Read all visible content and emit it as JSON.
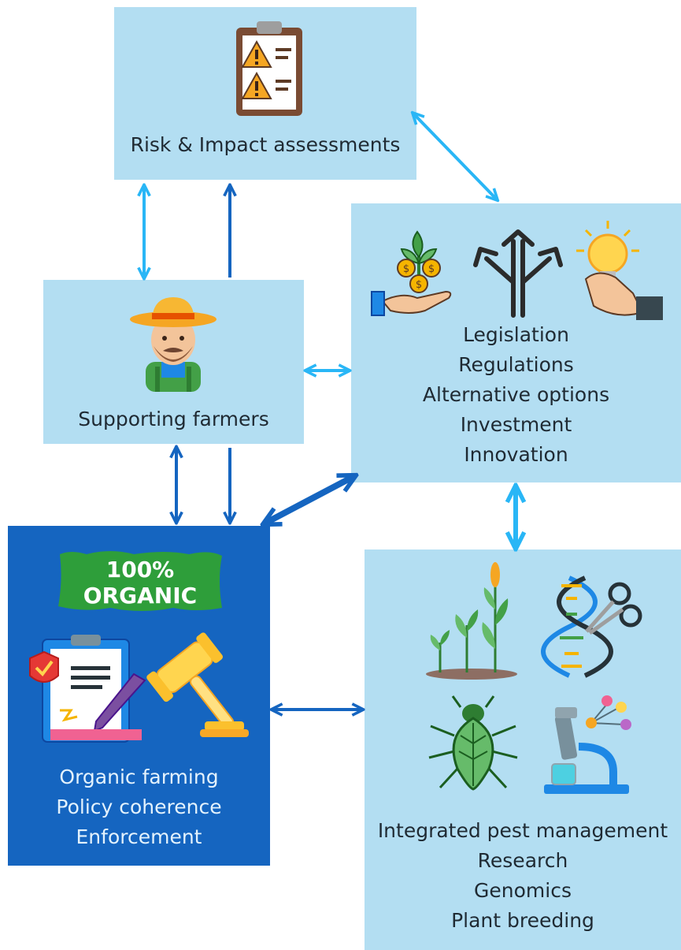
{
  "boxes": {
    "risk": {
      "label": "Risk & Impact assessments"
    },
    "farmers": {
      "label": "Supporting farmers"
    },
    "legislation": {
      "lines": [
        "Legislation",
        "Regulations",
        "Alternative options",
        "Investment",
        "Innovation"
      ]
    },
    "organic": {
      "badge_line1": "100%",
      "badge_line2": "ORGANIC",
      "lines": [
        "Organic farming",
        "Policy coherence",
        "Enforcement"
      ]
    },
    "ipm": {
      "lines": [
        "Integrated pest management",
        "Research",
        "Genomics",
        "Plant breeding"
      ]
    }
  },
  "icons": [
    "risk-clipboard-icon",
    "farmer-icon",
    "money-plant-hand-icon",
    "split-arrows-icon",
    "lightbulb-hand-icon",
    "organic-policy-clipboard-icon",
    "gavel-icon",
    "growing-plants-icon",
    "dna-scissors-icon",
    "leaf-insect-icon",
    "microscope-icon"
  ],
  "colors": {
    "light_box": "#b3def2",
    "dark_box": "#1565c0",
    "light_arrow": "#29b6f6",
    "dark_arrow": "#1565c0",
    "badge_green": "#2e9e3a"
  }
}
